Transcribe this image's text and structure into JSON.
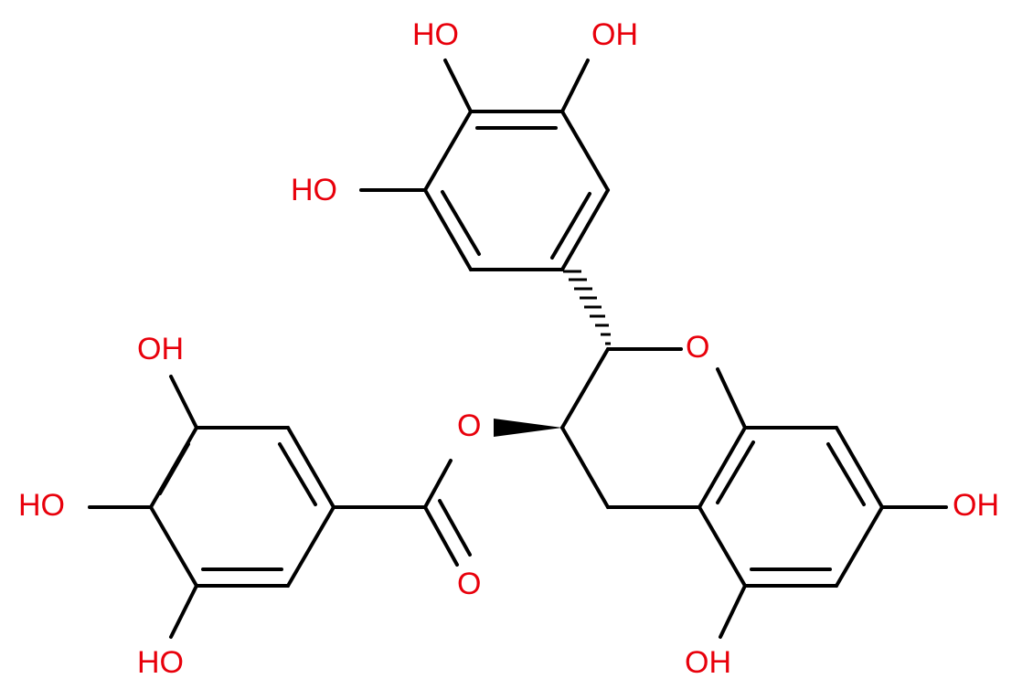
{
  "colors": {
    "bond": "#000000",
    "heteroatom": "#e8000b",
    "background": "#ffffff"
  },
  "atoms": {
    "oh_top_left": "HO",
    "oh_top_right": "OH",
    "oh_mid_left": "HO",
    "ring_oxygen": "O",
    "ester_oxygen": "O",
    "oh_gallate_top": "OH",
    "oh_gallate_mid": "HO",
    "oh_gallate_bottom": "HO",
    "carbonyl_oxygen": "O",
    "oh_chromane_right": "OH",
    "oh_chromane_bottom": "OH"
  }
}
